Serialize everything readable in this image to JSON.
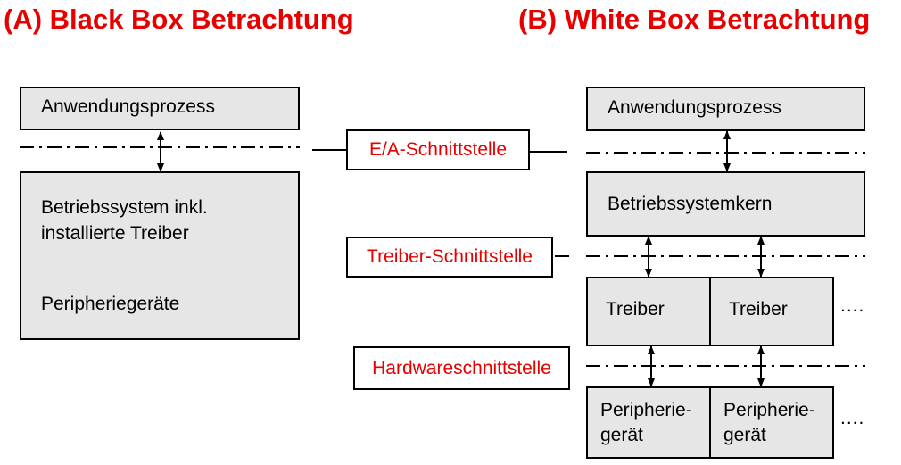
{
  "colors": {
    "title": "#e60000",
    "label": "#e60000",
    "box_fill": "#e6e6e6",
    "line": "#000000"
  },
  "titles": {
    "a": "(A) Black Box Betrachtung",
    "b": "(B) White Box Betrachtung"
  },
  "left": {
    "app": "Anwendungsprozess",
    "os_line1": "Betriebssystem inkl.",
    "os_line2": "installierte Treiber",
    "peripherals": "Peripheriegeräte"
  },
  "interfaces": {
    "ea": "E/A-Schnittstelle",
    "driver": "Treiber-Schnittstelle",
    "hardware": "Hardwareschnittstelle"
  },
  "right": {
    "app": "Anwendungsprozess",
    "kernel": "Betriebssystemkern",
    "driver1": "Treiber",
    "driver2": "Treiber",
    "periph1_line1": "Peripherie-",
    "periph1_line2": "gerät",
    "periph2_line1": "Peripherie-",
    "periph2_line2": "gerät",
    "ellipsis1": "....",
    "ellipsis2": "...."
  }
}
